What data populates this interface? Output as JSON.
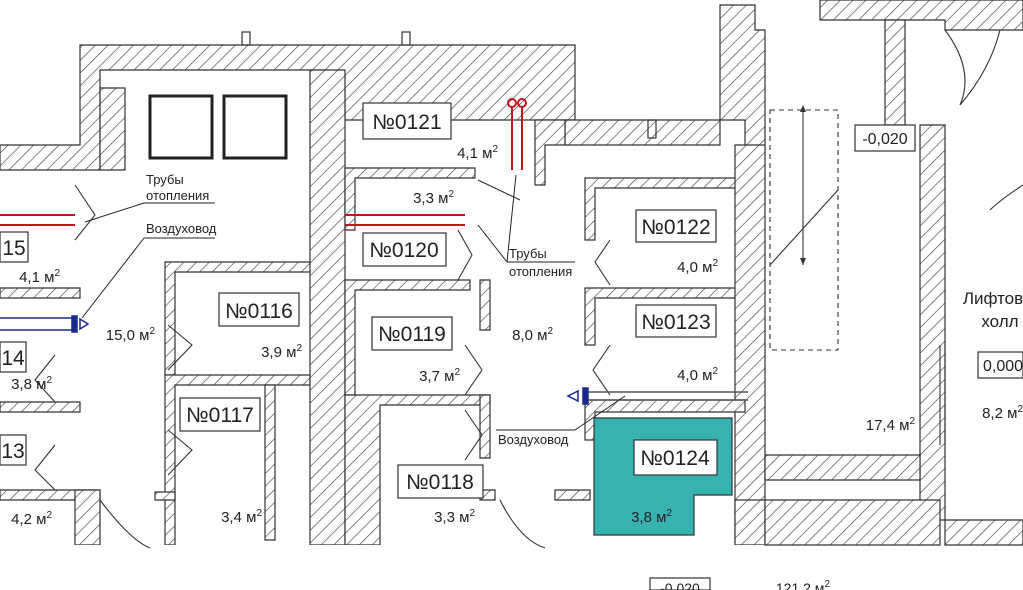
{
  "rooms": [
    {
      "number": "№0121",
      "area": "4,1 м",
      "highlighted": false
    },
    {
      "number": "№0120",
      "area": "3,3 м",
      "highlighted": false
    },
    {
      "number": "№0122",
      "area": "4,0 м",
      "highlighted": false
    },
    {
      "number": "№0123",
      "area": "4,0 м",
      "highlighted": false
    },
    {
      "number": "№0116",
      "area": "3,9 м",
      "highlighted": false
    },
    {
      "number": "№0119",
      "area": "3,7 м",
      "highlighted": false
    },
    {
      "number": "№0117",
      "area": "3,4 м",
      "highlighted": false
    },
    {
      "number": "№0118",
      "area": "3,3 м",
      "highlighted": false
    },
    {
      "number": "№0124",
      "area": "3,8 м",
      "highlighted": true
    }
  ],
  "partial_rooms": [
    {
      "number": "15",
      "area": "4,1 м"
    },
    {
      "number": "14",
      "area": "3,8 м"
    },
    {
      "number": "13",
      "area": "4,2 м"
    }
  ],
  "areas": {
    "corridor_left": "15,0 м",
    "corridor_mid": "8,0 м",
    "stair": "17,4 м",
    "lift_hall": "8,2 м"
  },
  "superscript": "2",
  "levels": {
    "stair_level": "-0,020",
    "lift_level": "0,000",
    "bottom_level": "-0,020",
    "bottom_area": "121,2 м"
  },
  "lift_hall_label": [
    "Лифтов",
    "холл"
  ],
  "annotations": {
    "pipes_1": [
      "Трубы",
      "отопления"
    ],
    "duct_1": "Воздуховод",
    "pipes_2": [
      "Трубы",
      "отопления"
    ],
    "duct_2": "Воздуховод"
  },
  "colors": {
    "highlight": "#36b3b0",
    "pipe": "#c0151c",
    "duct": "#1a2a8c",
    "wall": "#333333"
  }
}
